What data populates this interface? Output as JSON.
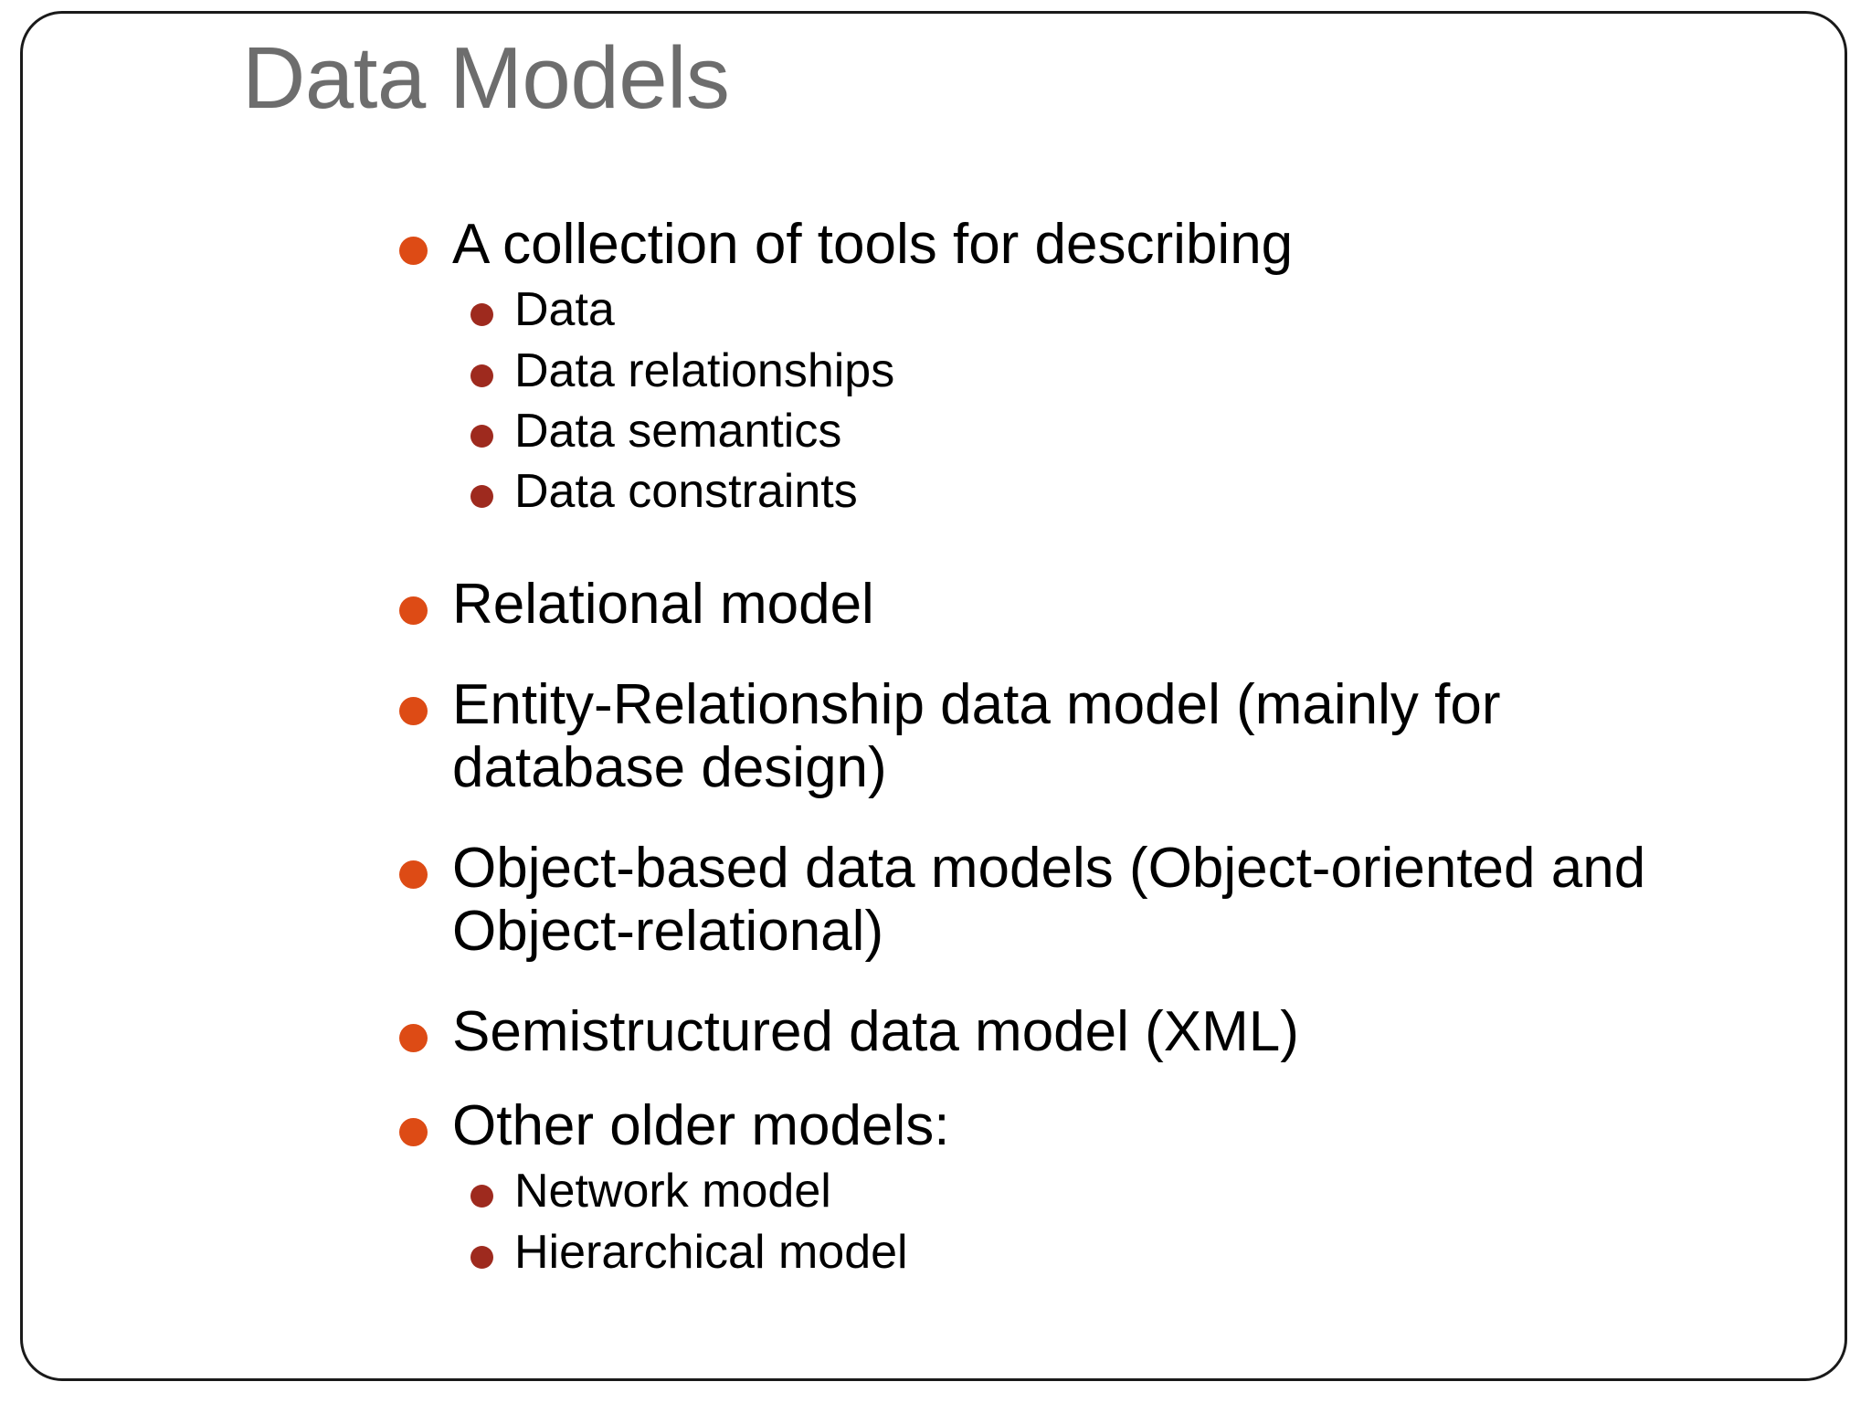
{
  "slide": {
    "title": "Data Models",
    "title_color": "#6d6d6d",
    "bullet_level1_color": "#DD4B15",
    "bullet_level2_color": "#9E2A1E",
    "border_color": "#1a1a1a",
    "background_color": "#ffffff",
    "content": [
      {
        "level": 1,
        "text": "A collection of tools for describing",
        "children": [
          {
            "level": 2,
            "text": "Data"
          },
          {
            "level": 2,
            "text": "Data relationships"
          },
          {
            "level": 2,
            "text": "Data semantics"
          },
          {
            "level": 2,
            "text": "Data constraints"
          }
        ]
      },
      {
        "level": 1,
        "text": "Relational model",
        "children": []
      },
      {
        "level": 1,
        "text": "Entity-Relationship data model (mainly for database design)",
        "children": []
      },
      {
        "level": 1,
        "text": "Object-based data models (Object-oriented and Object-relational)",
        "children": []
      },
      {
        "level": 1,
        "text": "Semistructured data model   (XML)",
        "children": []
      },
      {
        "level": 1,
        "text": "Other older models:",
        "children": [
          {
            "level": 2,
            "text": "Network model"
          },
          {
            "level": 2,
            "text": "Hierarchical model"
          }
        ]
      }
    ]
  }
}
